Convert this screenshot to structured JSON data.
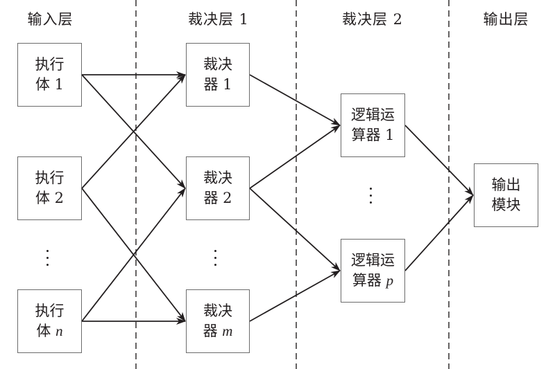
{
  "layers": [
    {
      "id": "input",
      "title": "输入层"
    },
    {
      "id": "arbiter1",
      "title": "裁决层 1"
    },
    {
      "id": "arbiter2",
      "title": "裁决层 2"
    },
    {
      "id": "output",
      "title": "输出层"
    }
  ],
  "nodes": {
    "executor_1": {
      "line1": "执行",
      "line2_text": "体 ",
      "line2_var": "1",
      "var_italic": false
    },
    "executor_2": {
      "line1": "执行",
      "line2_text": "体 ",
      "line2_var": "2",
      "var_italic": false
    },
    "executor_n": {
      "line1": "执行",
      "line2_text": "体 ",
      "line2_var": "n",
      "var_italic": true
    },
    "arbiter_1": {
      "line1": "裁决",
      "line2_text": "器 ",
      "line2_var": "1",
      "var_italic": false
    },
    "arbiter_2": {
      "line1": "裁决",
      "line2_text": "器 ",
      "line2_var": "2",
      "var_italic": false
    },
    "arbiter_m": {
      "line1": "裁决",
      "line2_text": "器 ",
      "line2_var": "m",
      "var_italic": true
    },
    "logic_1": {
      "line1": "逻辑运",
      "line2_text": "算器 ",
      "line2_var": "1",
      "var_italic": false
    },
    "logic_p": {
      "line1": "逻辑运",
      "line2_text": "算器 ",
      "line2_var": "p",
      "var_italic": true
    },
    "output_module": {
      "line1": "输出",
      "line2_text": "模块",
      "line2_var": "",
      "var_italic": false
    }
  },
  "edges": [
    {
      "from": "executor_1",
      "to": "arbiter_1"
    },
    {
      "from": "executor_1",
      "to": "arbiter_2"
    },
    {
      "from": "executor_2",
      "to": "arbiter_1"
    },
    {
      "from": "executor_2",
      "to": "arbiter_m"
    },
    {
      "from": "executor_n",
      "to": "arbiter_2"
    },
    {
      "from": "executor_n",
      "to": "arbiter_m"
    },
    {
      "from": "arbiter_1",
      "to": "logic_1"
    },
    {
      "from": "arbiter_2",
      "to": "logic_1"
    },
    {
      "from": "arbiter_2",
      "to": "logic_p"
    },
    {
      "from": "arbiter_m",
      "to": "logic_p"
    },
    {
      "from": "logic_1",
      "to": "output_module"
    },
    {
      "from": "logic_p",
      "to": "output_module"
    }
  ],
  "ellipses": [
    "executors",
    "arbiters",
    "logic_units"
  ],
  "colors": {
    "line": "#231f20",
    "box_border": "#6b6b6b",
    "divider": "#231f20",
    "background": "#ffffff"
  }
}
